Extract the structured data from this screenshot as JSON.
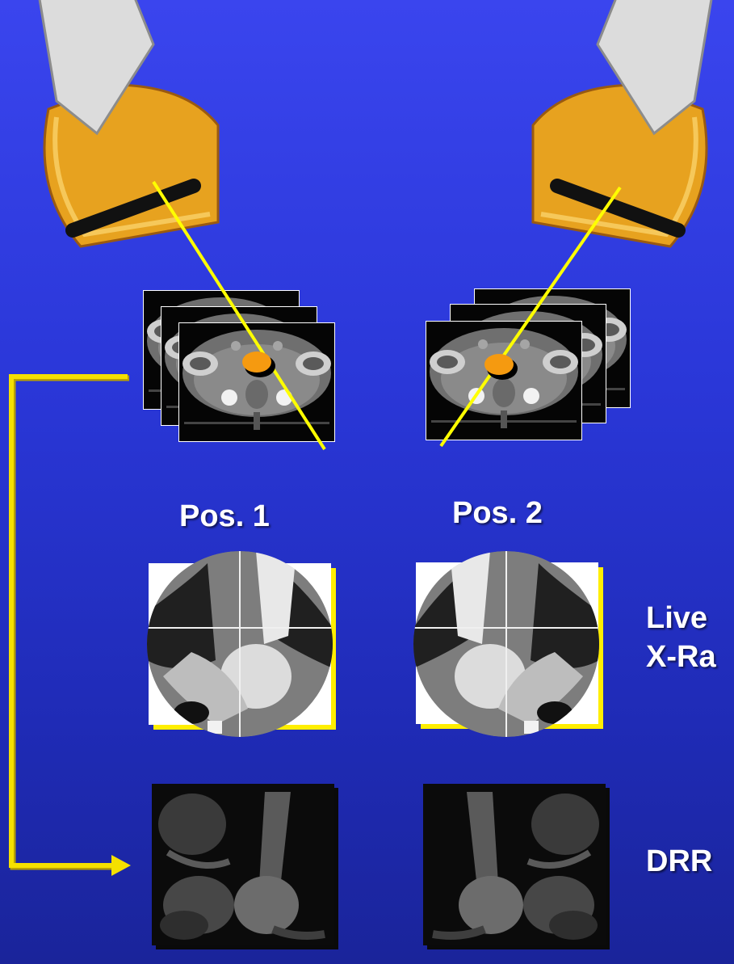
{
  "labels": {
    "pos1": "Pos. 1",
    "pos2": "Pos. 2",
    "live_line1": "Live",
    "live_line2": "X-Ra",
    "drr": "DRR"
  },
  "colors": {
    "background": "#2a37d8",
    "beam": "#ffff00",
    "connector": "#f5e000",
    "target": "#f59a10"
  },
  "icons": [
    "xray-source-icon",
    "ct-slice-stack",
    "target-marker-icon",
    "fluoroscopy-image",
    "drr-image",
    "connector-arrow"
  ]
}
